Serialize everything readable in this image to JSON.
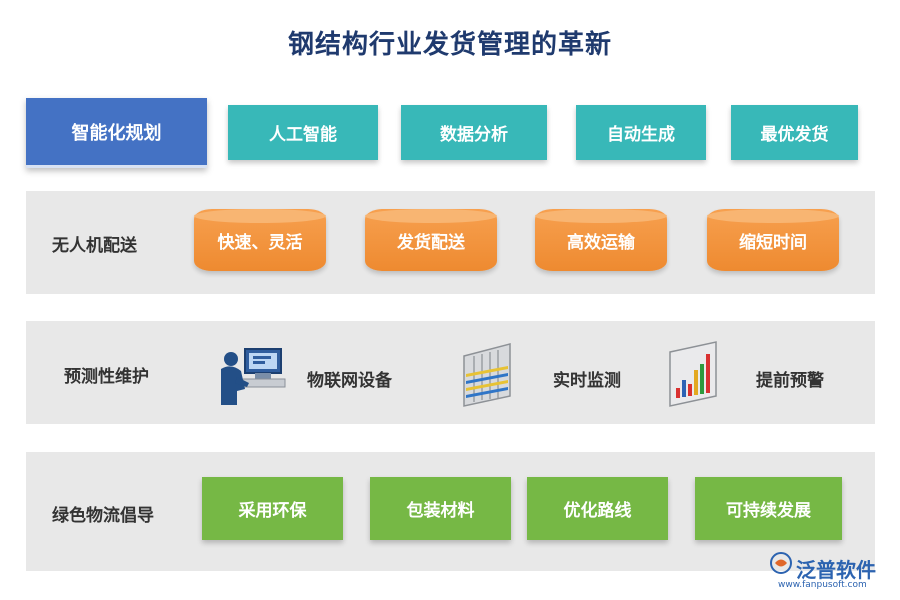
{
  "title": "钢结构行业发货管理的革新",
  "row1": {
    "main": "智能化规划",
    "items": [
      "人工智能",
      "数据分析",
      "自动生成",
      "最优发货"
    ]
  },
  "row2": {
    "label": "无人机配送",
    "items": [
      "快速、灵活",
      "发货配送",
      "高效运输",
      "缩短时间"
    ]
  },
  "row3": {
    "label": "预测性维护",
    "items": [
      "物联网设备",
      "实时监测",
      "提前预警"
    ]
  },
  "row4": {
    "label": "绿色物流倡导",
    "items": [
      "采用环保",
      "包装材料",
      "优化路线",
      "可持续发展"
    ]
  },
  "logo": {
    "name": "泛普软件",
    "url": "www.fanpusoft.com"
  },
  "colors": {
    "title": "#1f3a6e",
    "plan": "#4472c4",
    "teal": "#38b8b8",
    "orange": "#f0922f",
    "green": "#76b845",
    "band": "#e8e8e8"
  }
}
